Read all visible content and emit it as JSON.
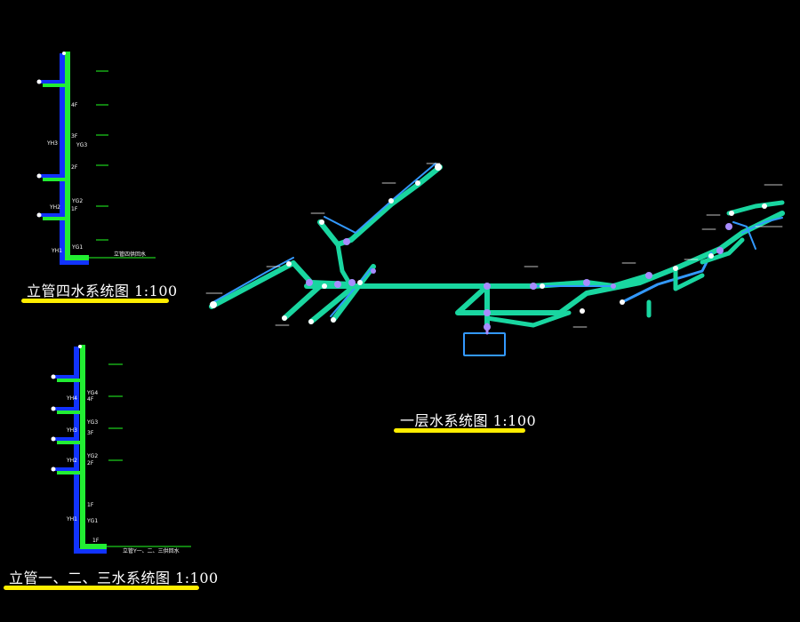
{
  "colors": {
    "background": "#000000",
    "pipe_green": "#22ee33",
    "pipe_teal": "#19d6a0",
    "pipe_blue": "#1133ff",
    "pipe_lightblue": "#3399ff",
    "node_violet": "#a88cff",
    "title_underline": "#ffee00",
    "text": "#ffffff"
  },
  "titles": {
    "riser_four": "立管四水系统图  1:100",
    "ground_floor": "一层水系统图  1:100",
    "riser_one_two_three": "立管一、二、三水系统图  1:100"
  },
  "riser_four": {
    "floor_labels": [
      "4F",
      "3F",
      "2F",
      "1F"
    ],
    "pipe_labels": [
      "YH3",
      "YG3",
      "YH2",
      "YG2",
      "YH1",
      "YG1"
    ],
    "note": "立管四供回水"
  },
  "riser_one_two_three": {
    "floor_labels": [
      "4F",
      "3F",
      "2F",
      "1F"
    ],
    "pipe_labels": [
      "YH4",
      "YG4",
      "YH3",
      "YG3",
      "YH2",
      "YG2",
      "YH1",
      "YG1"
    ],
    "note": "立管Y一、二、三供回水",
    "base_label": "1F"
  }
}
